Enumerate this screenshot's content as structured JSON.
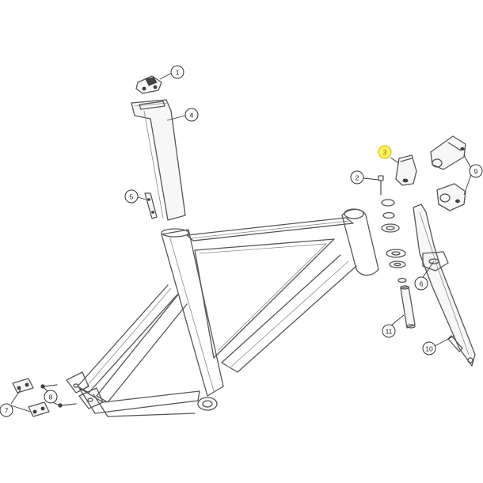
{
  "diagram": {
    "highlight_color": "#fff35a",
    "callouts": [
      {
        "label": "1",
        "highlighted": false
      },
      {
        "label": "2",
        "highlighted": false
      },
      {
        "label": "3",
        "highlighted": true
      },
      {
        "label": "4",
        "highlighted": false
      },
      {
        "label": "5",
        "highlighted": false
      },
      {
        "label": "6",
        "highlighted": false
      },
      {
        "label": "7",
        "highlighted": false
      },
      {
        "label": "8",
        "highlighted": false
      },
      {
        "label": "9",
        "highlighted": false
      },
      {
        "label": "10",
        "highlighted": false
      },
      {
        "label": "11",
        "highlighted": false
      }
    ]
  }
}
